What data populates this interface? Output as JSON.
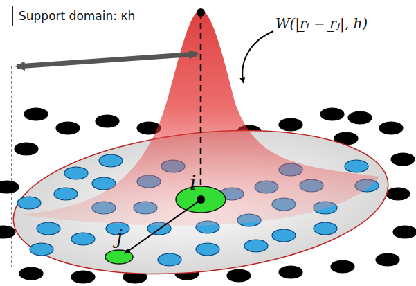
{
  "diagram": {
    "nodes": [
      {
        "text": [
          "Support domain: κh"
        ]
      }
    ],
    "edges": [],
    "labels": [
      "W(|r̲ᵢ − r̲ⱼ|, h)",
      "i",
      "j"
    ]
  }
}
